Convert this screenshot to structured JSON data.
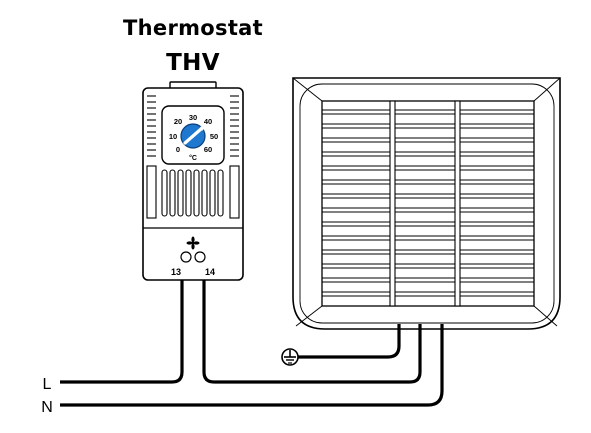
{
  "title": {
    "line1": "Thermostat",
    "line2": "THV"
  },
  "dial": {
    "scale_labels": [
      "30",
      "20",
      "40",
      "10",
      "50",
      "0",
      "60"
    ],
    "unit": "°C"
  },
  "terminals": [
    "13",
    "14"
  ],
  "mains": {
    "line_label": "L",
    "neutral_label": "N"
  },
  "icons": [
    "fan-symbol-icon",
    "ground-symbol-icon"
  ]
}
